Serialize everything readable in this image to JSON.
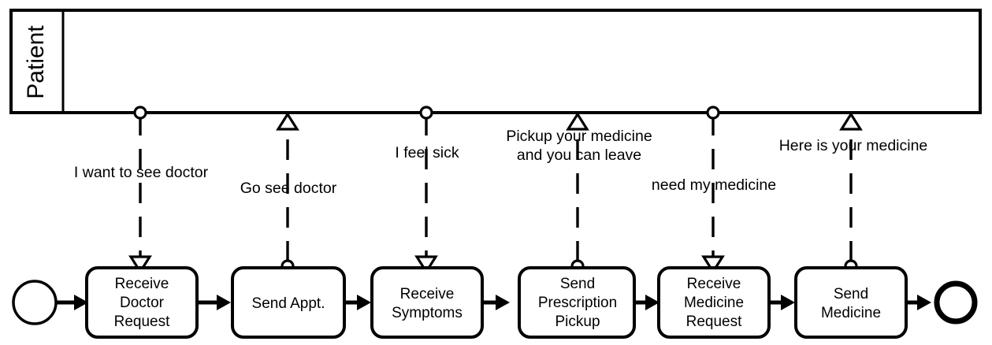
{
  "diagram": {
    "type": "bpmn-collaboration",
    "title": "Patient / Doctor message exchange process"
  },
  "pool": {
    "name": "Patient",
    "orientation": "horizontal",
    "label_rotation": "vertical"
  },
  "events": [
    {
      "id": "start",
      "name": "start-event",
      "type": "start",
      "label": ""
    },
    {
      "id": "end",
      "name": "end-event",
      "type": "end",
      "label": ""
    }
  ],
  "tasks": [
    {
      "id": "t1",
      "lines": [
        "Receive",
        "Doctor",
        "Request"
      ],
      "marker": "receive-message"
    },
    {
      "id": "t2",
      "lines": [
        "Send Appt."
      ],
      "marker": "send-message"
    },
    {
      "id": "t3",
      "lines": [
        "Receive",
        "Symptoms"
      ],
      "marker": "receive-message"
    },
    {
      "id": "t4",
      "lines": [
        "Send",
        "Prescription",
        "Pickup"
      ],
      "marker": "send-message"
    },
    {
      "id": "t5",
      "lines": [
        "Receive",
        "Medicine",
        "Request"
      ],
      "marker": "receive-message"
    },
    {
      "id": "t6",
      "lines": [
        "Send",
        "Medicine"
      ],
      "marker": "send-message"
    }
  ],
  "message_flows": [
    {
      "id": "m1",
      "label_lines": [
        "I want to see doctor"
      ],
      "direction": "incoming",
      "target_task": "t1"
    },
    {
      "id": "m2",
      "label_lines": [
        "Go see doctor"
      ],
      "direction": "outgoing",
      "source_task": "t2"
    },
    {
      "id": "m3",
      "label_lines": [
        "I feel sick"
      ],
      "direction": "incoming",
      "target_task": "t3"
    },
    {
      "id": "m4",
      "label_lines": [
        "Pickup your medicine",
        "and you can leave"
      ],
      "direction": "outgoing",
      "source_task": "t4"
    },
    {
      "id": "m5",
      "label_lines": [
        "need my medicine"
      ],
      "direction": "incoming",
      "target_task": "t5"
    },
    {
      "id": "m6",
      "label_lines": [
        "Here is your medicine"
      ],
      "direction": "outgoing",
      "source_task": "t6"
    }
  ],
  "colors": {
    "stroke": "#000000",
    "fill": "#ffffff",
    "text": "#000000"
  }
}
